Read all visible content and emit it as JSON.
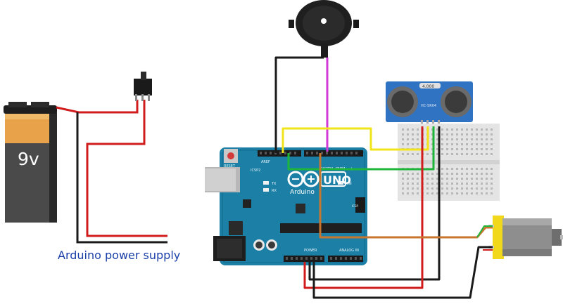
{
  "labels": {
    "battery": "9v",
    "caption": "Arduino power supply",
    "uno_logo": "UNO",
    "arduino_text": "Arduino",
    "reset": "RESET",
    "icsp2": "ICSP2",
    "icsp": "ICSP",
    "aref": "AREF",
    "digital": "DIGITAL (PWM=~)",
    "tx": "TX",
    "rx": "RX",
    "on": "ON",
    "power": "POWER",
    "analog_in": "ANALOG IN",
    "sensor_top": "4.000",
    "sensor_model": "HC-SR04"
  },
  "colors": {
    "board": "#1b7fa6",
    "board_dark": "#136b8c",
    "wire_red": "#d01c1c",
    "wire_black": "#1a1a1a",
    "wire_yellow": "#f2e41b",
    "wire_green": "#1db53a",
    "wire_magenta": "#d13ad6",
    "wire_orange": "#c8762f",
    "caption": "#1a3fa8"
  },
  "icons": {
    "battery": "battery-9v-icon",
    "switch": "slide-switch-icon",
    "buzzer": "piezo-buzzer-icon",
    "sensor": "ultrasonic-sensor-icon",
    "breadboard": "breadboard-icon",
    "motor": "dc-motor-icon",
    "board": "arduino-uno-icon"
  }
}
